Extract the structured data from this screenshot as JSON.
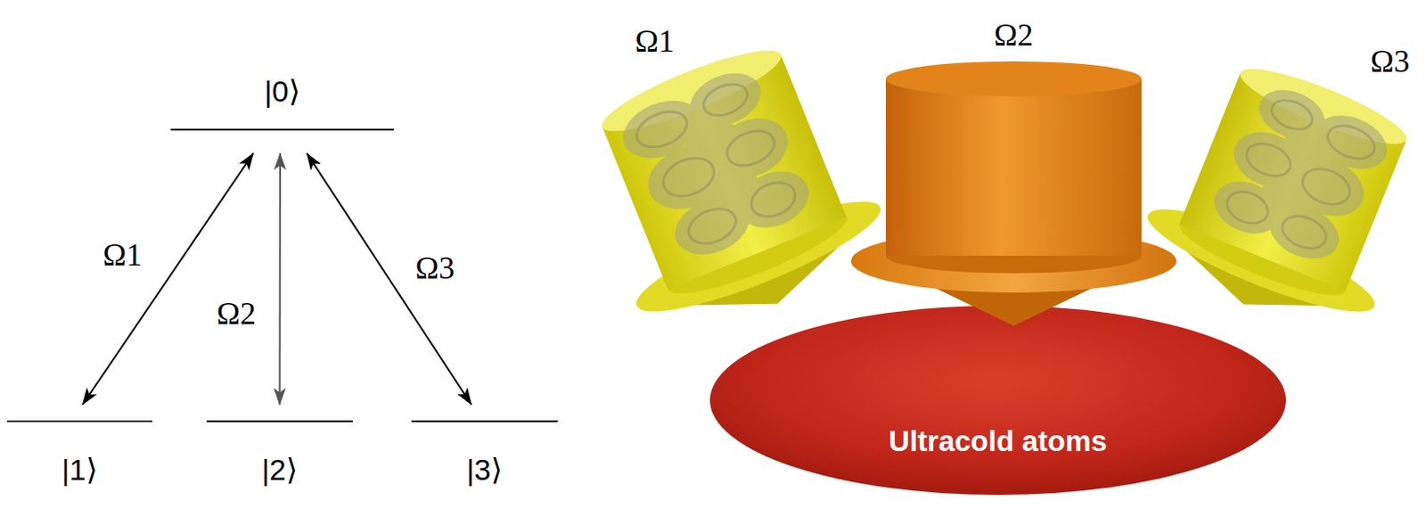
{
  "diagram": {
    "nodes": [
      {
        "text": [
          "|0⟩"
        ]
      },
      {
        "text": [
          "|1⟩"
        ]
      },
      {
        "text": [
          "|2⟩"
        ]
      },
      {
        "text": [
          "|3⟩"
        ]
      },
      {
        "text": [
          "Ultracold atoms"
        ]
      }
    ],
    "edges": [
      {
        "from": 0,
        "to": 1,
        "arrow": "both",
        "label": "Ω1"
      },
      {
        "from": 0,
        "to": 2,
        "arrow": "both",
        "label": "Ω2"
      },
      {
        "from": 0,
        "to": 3,
        "arrow": "both",
        "label": "Ω3"
      }
    ],
    "labels": [
      "Ω1",
      "Ω2",
      "Ω3"
    ]
  }
}
